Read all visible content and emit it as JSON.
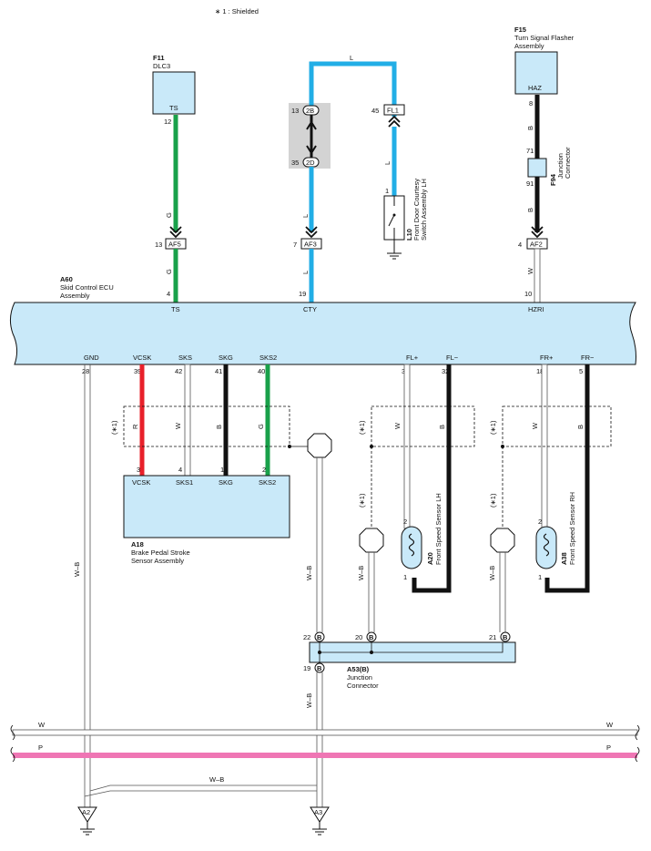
{
  "note": "∗ 1 :  Shielded",
  "components": {
    "f11": {
      "code": "F11",
      "name": "DLC3",
      "terminal": "TS"
    },
    "f15": {
      "code": "F15",
      "name1": "Turn Signal Flasher",
      "name2": "Assembly",
      "terminal": "HAZ"
    },
    "l10": {
      "code": "L10",
      "name1": "Front Door Courtesy",
      "name2": "Switch Assembly LH"
    },
    "f94": {
      "code": "F94",
      "name1": "Junction",
      "name2": "Connector"
    },
    "a60": {
      "code": "A60",
      "name1": "Skid Control ECU",
      "name2": "Assembly",
      "top_terminals": [
        "TS",
        "CTY",
        "HZRI"
      ],
      "bottom_terminals": [
        "GND",
        "VCSK",
        "SKS",
        "SKG",
        "SKS2",
        "FL+",
        "FL−",
        "FR+",
        "FR−"
      ]
    },
    "a18": {
      "code": "A18",
      "name1": "Brake Pedal Stroke",
      "name2": "Sensor Assembly",
      "terminals": [
        "VCSK",
        "SKS1",
        "SKG",
        "SKS2"
      ]
    },
    "a20": {
      "code": "A20",
      "name": "Front Speed Sensor LH"
    },
    "a38": {
      "code": "A38",
      "name": "Front Speed Sensor RH"
    },
    "a53": {
      "code": "A53(B)",
      "name": "Junction",
      "name2": "Connector",
      "label": "B"
    }
  },
  "connectors": {
    "af5": "AF5",
    "af3": "AF3",
    "af2": "AF2",
    "fl1": "FL1",
    "c2b": "2B",
    "c2d": "2D"
  },
  "grounds": {
    "a2": "A2",
    "a3": "A3"
  },
  "pins": {
    "f11_12": "12",
    "af5_13": "13",
    "a60_4": "4",
    "c2b_13": "13",
    "c2d_35": "35",
    "af3_7": "7",
    "a60_19": "19",
    "fl1_45": "45",
    "l10_1": "1",
    "f15_8": "8",
    "f94_71": "71",
    "f94_91": "91",
    "af2_4": "4",
    "a60_10": "10",
    "a60_28": "28",
    "a60_39": "39",
    "a60_42": "42",
    "a60_41": "41",
    "a60_40": "40",
    "a60_31": "31",
    "a60_32": "32",
    "a60_18": "18",
    "a60_5": "5",
    "a18_3": "3",
    "a18_4": "4",
    "a18_1": "1",
    "a18_2": "2",
    "a20_2": "2",
    "a20_1": "1",
    "a38_2": "2",
    "a38_1": "1",
    "a53_22": "22",
    "a53_20": "20",
    "a53_21": "21",
    "a53_19": "19"
  },
  "wires": {
    "G": "G",
    "L": "L",
    "B": "B",
    "W": "W",
    "R": "R",
    "WB": "W–B",
    "P": "P",
    "shield": "(∗1)"
  },
  "colors": {
    "green": "#19a14a",
    "blue": "#22aee6",
    "red": "#e8202a",
    "black": "#111111",
    "pink": "#ef76b4",
    "ecu_fill": "#c9e9f9",
    "gray_block": "#d3d3d3"
  }
}
